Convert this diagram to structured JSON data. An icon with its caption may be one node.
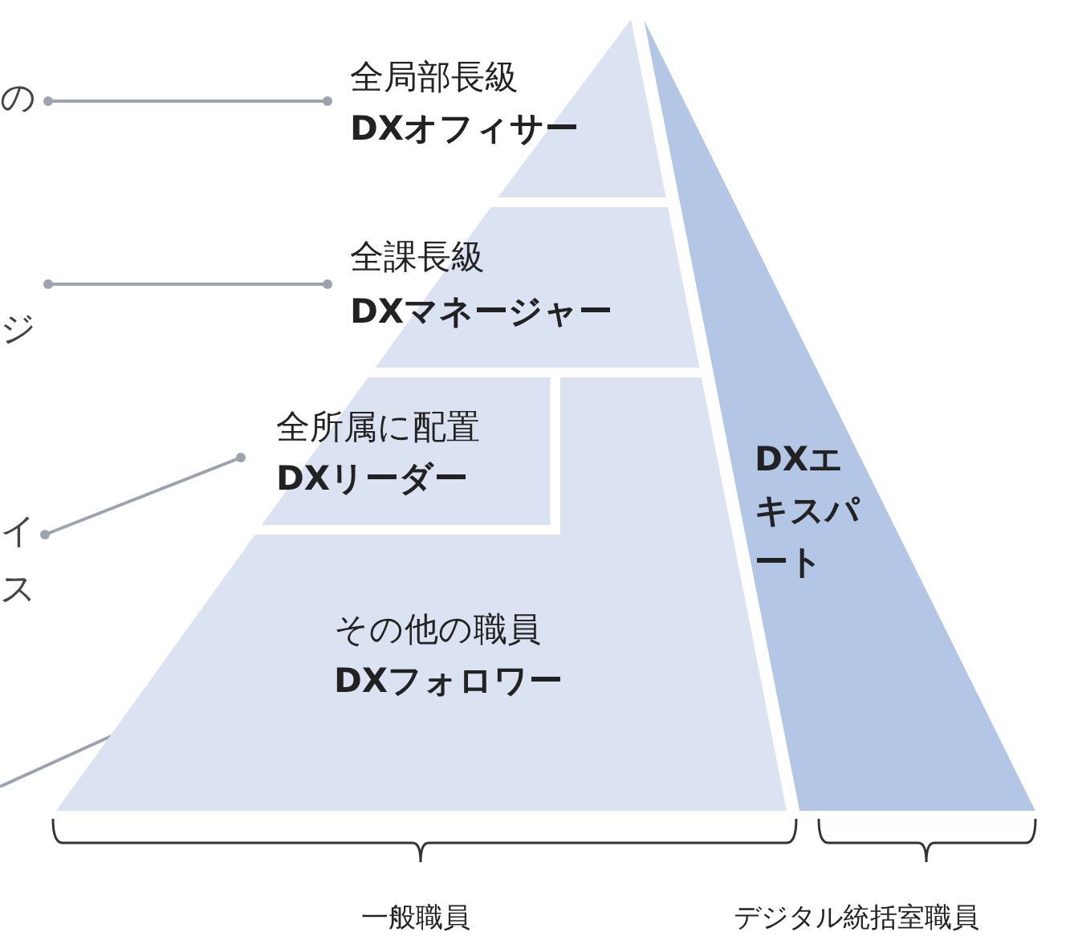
{
  "diagram": {
    "nodes": [
      {
        "text": [
          "全局部長級",
          "DXオフィサー"
        ]
      },
      {
        "text": [
          "全課長級",
          "DXマネージャー"
        ]
      },
      {
        "text": [
          "全所属に配置",
          "DXリーダー"
        ]
      },
      {
        "text": [
          "その他の職員",
          "DXフォロワー"
        ]
      },
      {
        "text": [
          "DXエキスパート"
        ]
      },
      {
        "text": [
          "の"
        ]
      },
      {
        "text": [
          "ジ"
        ]
      },
      {
        "text": [
          "イス"
        ]
      }
    ],
    "edges": [
      {
        "from": 5,
        "to": 0,
        "arrow": "other"
      },
      {
        "from": 6,
        "to": 1,
        "arrow": "other"
      },
      {
        "from": 7,
        "to": 2,
        "arrow": "other"
      },
      {
        "from": null,
        "to": 3,
        "arrow": "other"
      }
    ],
    "labels": [
      "一般職員",
      "デジタル統括室職員"
    ]
  }
}
